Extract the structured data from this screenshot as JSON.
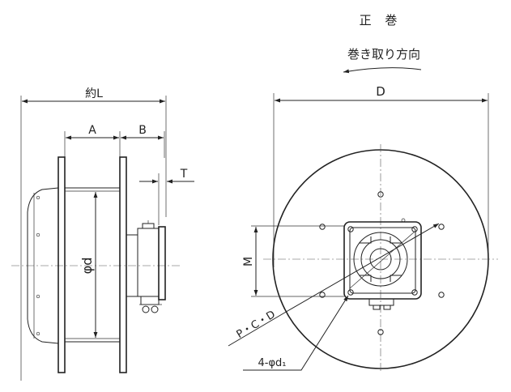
{
  "title": "正 巻",
  "rotation_label": "巻き取り方向",
  "side_view": {
    "overall_length_label": "約L",
    "dim_a_label": "A",
    "dim_b_label": "B",
    "dim_t_label": "T",
    "drum_diameter_label": "φd"
  },
  "front_view": {
    "diameter_label": "D",
    "mount_height_label": "M",
    "pcd_label": "P・C・D",
    "holes_label": "4-φd₁"
  }
}
